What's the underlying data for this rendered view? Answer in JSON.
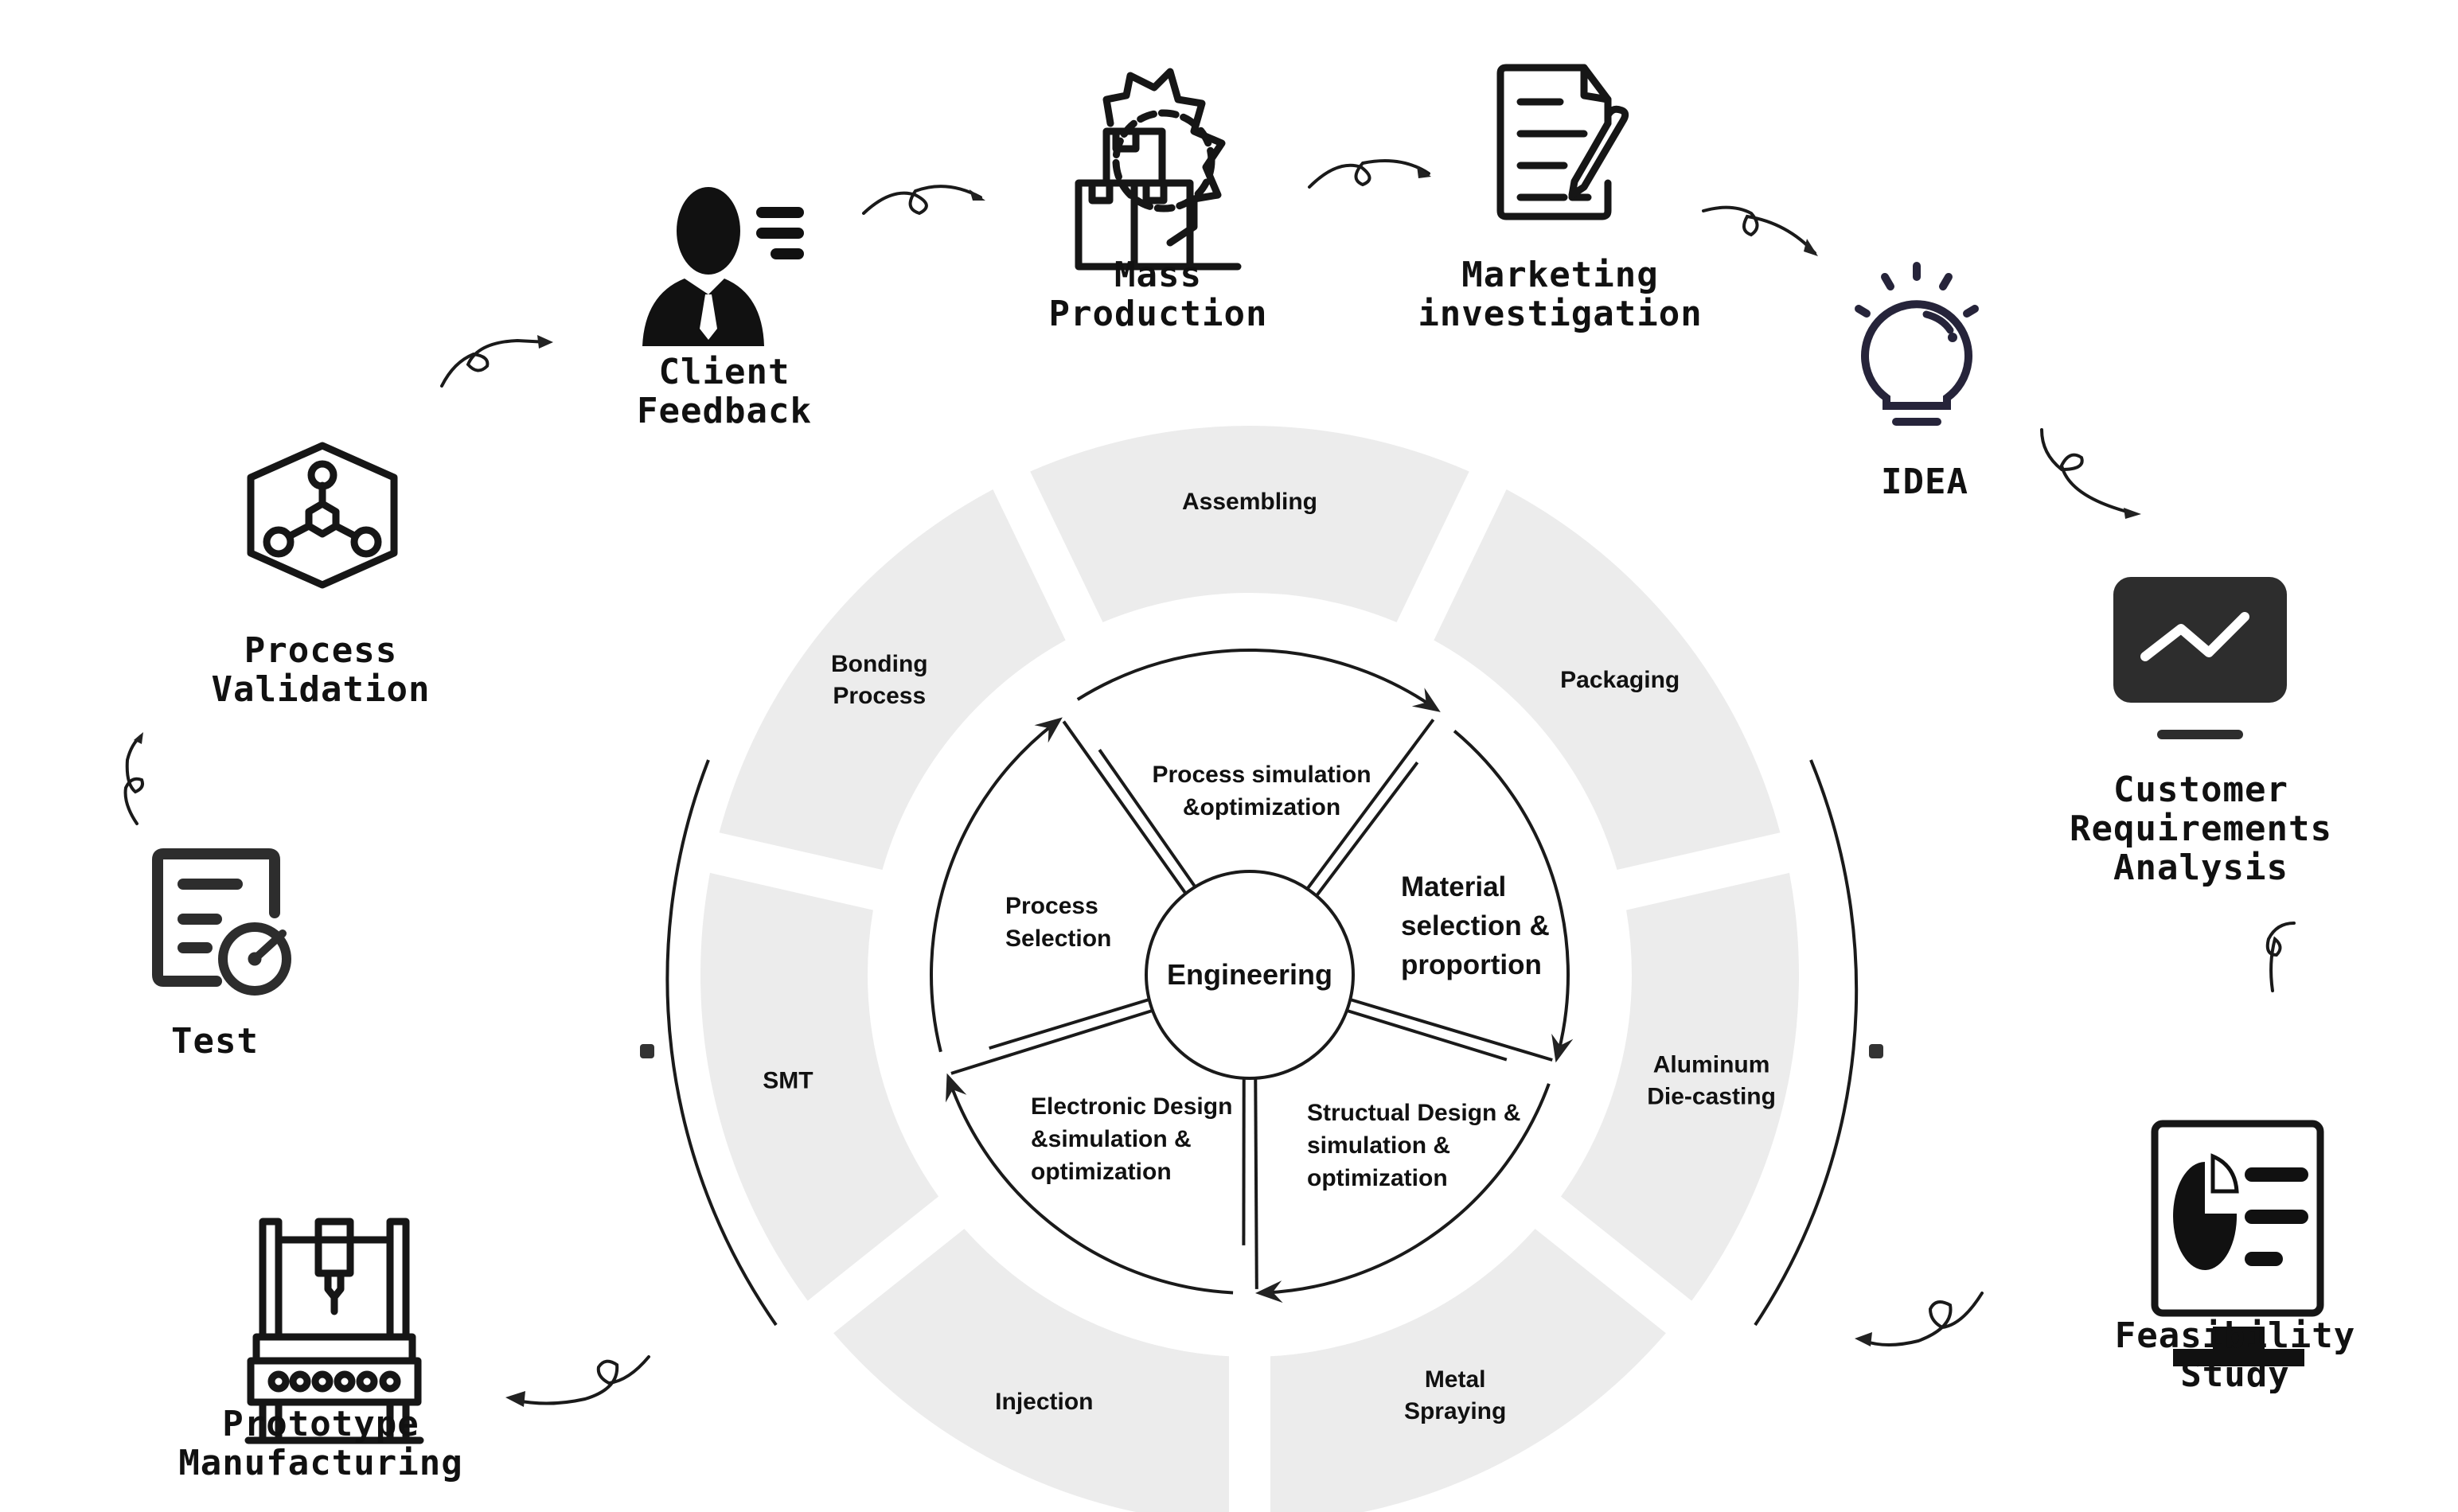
{
  "title": "Product development process cycle",
  "colors": {
    "segment_fill": "#ececec",
    "ink": "#111111",
    "monitor_dark": "#2d2d2d",
    "bulb": "#26243a"
  },
  "outer_steps": [
    {
      "id": "client-feedback",
      "icon": "client-feedback-icon",
      "lines": [
        "Client",
        "Feedback"
      ]
    },
    {
      "id": "mass-production",
      "icon": "gear-boxes-icon",
      "lines": [
        "Mass",
        "Production"
      ]
    },
    {
      "id": "marketing-investigation",
      "icon": "document-pencil-icon",
      "lines": [
        "Marketing",
        "investigation"
      ]
    },
    {
      "id": "idea",
      "icon": "lightbulb-icon",
      "lines": [
        "IDEA"
      ]
    },
    {
      "id": "customer-requirements-analysis",
      "icon": "monitor-chart-icon",
      "lines": [
        "Customer",
        "Requirements",
        "Analysis"
      ]
    },
    {
      "id": "feasibility-study",
      "icon": "monitor-pie-icon",
      "lines": [
        "Feasibility",
        "Study"
      ]
    },
    {
      "id": "prototype-manufacturing",
      "icon": "cnc-machine-icon",
      "lines": [
        "Prototype",
        "Manufacturing"
      ]
    },
    {
      "id": "test",
      "icon": "checklist-timer-icon",
      "lines": [
        "Test"
      ]
    },
    {
      "id": "process-validation",
      "icon": "hexagon-molecule-icon",
      "lines": [
        "Process",
        "Validation"
      ]
    }
  ],
  "wheel": {
    "center_label": "Engineering",
    "inner_segments": [
      {
        "lines": [
          "Process simulation",
          "&optimization"
        ]
      },
      {
        "lines": [
          "Material",
          "selection &",
          "proportion"
        ]
      },
      {
        "lines": [
          "Structual Design &",
          "simulation &",
          "optimization"
        ]
      },
      {
        "lines": [
          "Electronic Design",
          "&simulation &",
          "optimization"
        ]
      },
      {
        "lines": [
          "Process",
          "Selection"
        ]
      }
    ],
    "outer_segments": [
      {
        "lines": [
          "Assembling"
        ]
      },
      {
        "lines": [
          "Packaging"
        ]
      },
      {
        "lines": [
          "Aluminum",
          "Die-casting"
        ]
      },
      {
        "lines": [
          "Metal",
          "Spraying"
        ]
      },
      {
        "lines": [
          "Injection"
        ]
      },
      {
        "lines": [
          "SMT"
        ]
      },
      {
        "lines": [
          "Bonding",
          "Process"
        ]
      }
    ]
  }
}
